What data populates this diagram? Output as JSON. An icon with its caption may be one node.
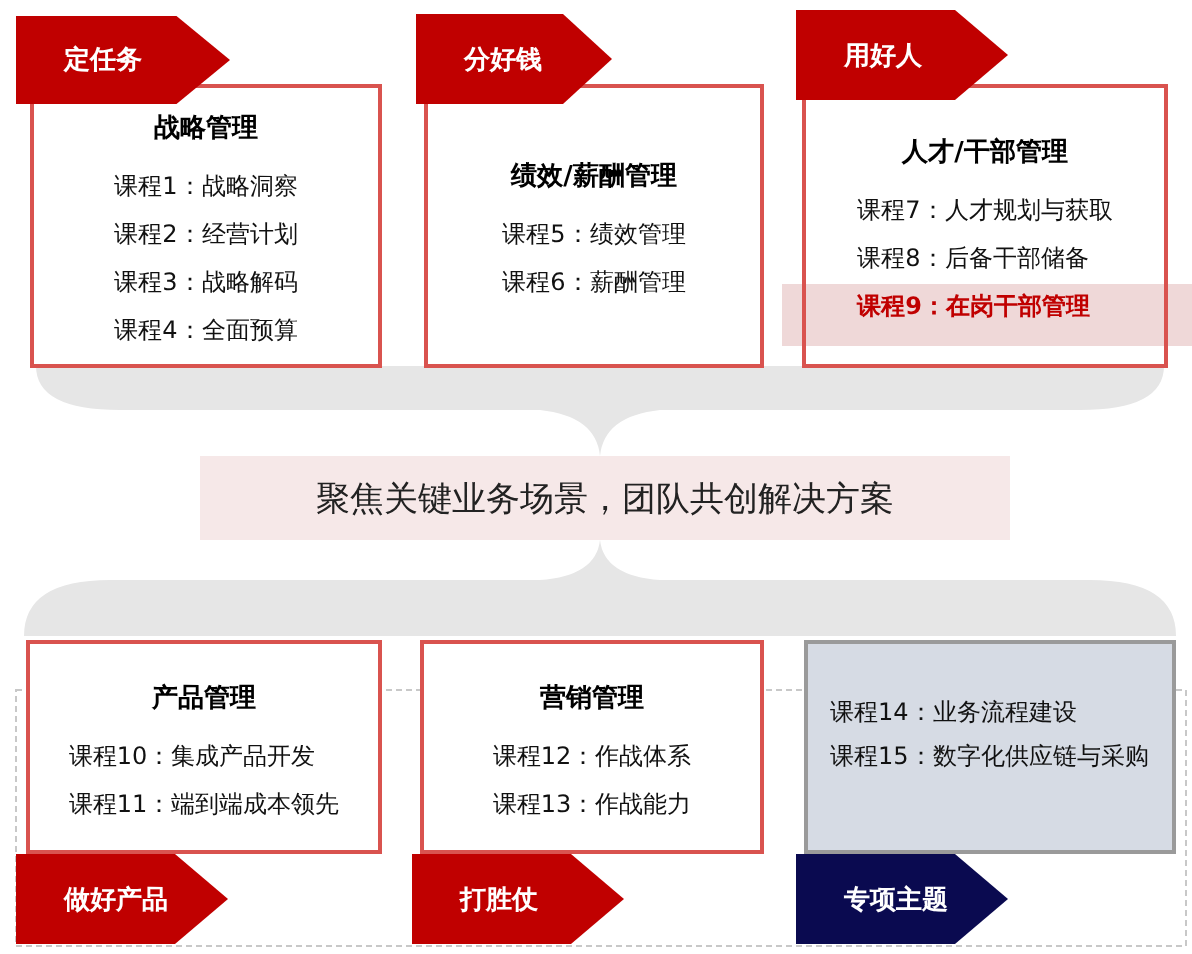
{
  "diagram": {
    "nodes": [
      {
        "text": [
          "定任务"
        ]
      },
      {
        "text": [
          "战略管理",
          "课程1：战略洞察",
          "课程2：经营计划",
          "课程3：战略解码",
          "课程4：全面预算"
        ]
      },
      {
        "text": [
          "分好钱"
        ]
      },
      {
        "text": [
          "绩效/薪酬管理",
          "课程5：绩效管理",
          "课程6：薪酬管理"
        ]
      },
      {
        "text": [
          "用好人"
        ]
      },
      {
        "text": [
          "人才/干部管理",
          "课程7：人才规划与获取",
          "课程8：后备干部储备",
          "课程9：在岗干部管理"
        ]
      },
      {
        "text": [
          "聚焦关键业务场景，团队共创解决方案"
        ]
      },
      {
        "text": [
          "产品管理",
          "课程10：集成产品开发",
          "课程11：端到端成本领先"
        ]
      },
      {
        "text": [
          "做好产品"
        ]
      },
      {
        "text": [
          "营销管理",
          "课程12：作战体系",
          "课程13：作战能力"
        ]
      },
      {
        "text": [
          "打胜仗"
        ]
      },
      {
        "text": [
          "课程14：业务流程建设",
          "课程15：数字化供应链与采购"
        ]
      },
      {
        "text": [
          "专项主题"
        ]
      }
    ],
    "edges": []
  }
}
